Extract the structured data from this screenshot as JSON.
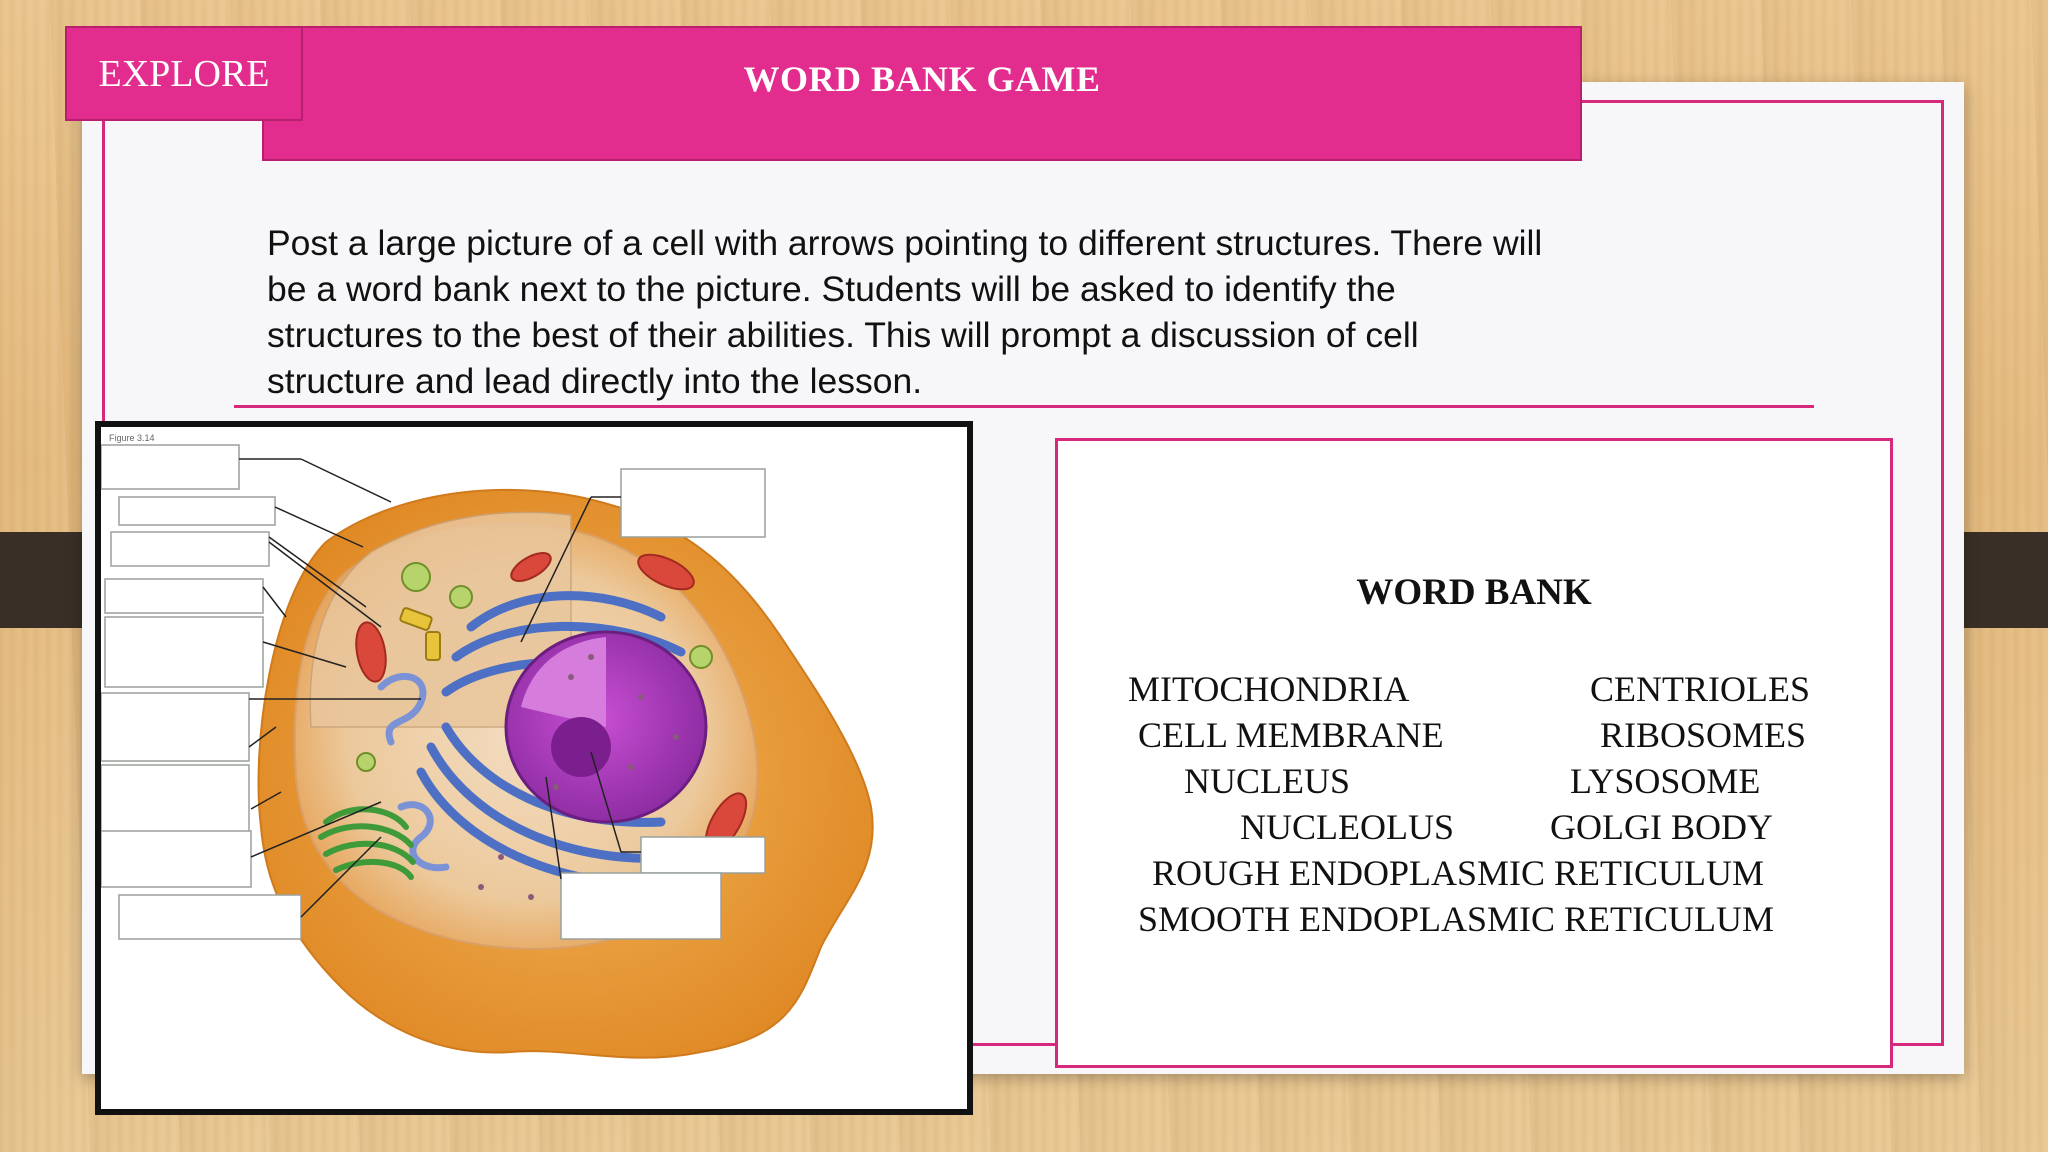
{
  "slide": {
    "tab_label": "EXPLORE",
    "title": "WORD BANK GAME",
    "description": "Post a large picture of a cell with arrows pointing to different structures.  There will be a word bank next to the picture.  Students will be asked to identify the structures to the best of their abilities.  This will prompt a discussion of cell structure and lead directly into the lesson.",
    "description_lines": [
      "Post a large picture of a cell with arrows pointing to different structures.  There will",
      "be a word bank next to the picture.  Students will be asked to identify the",
      "structures to the best of their abilities.  This will prompt a discussion of cell",
      "structure and lead directly into the lesson."
    ]
  },
  "figure": {
    "label": "Figure 3.14"
  },
  "word_bank": {
    "title": "WORD BANK",
    "items": [
      "MITOCHONDRIA",
      "CENTRIOLES",
      "CELL MEMBRANE",
      "RIBOSOMES",
      "NUCLEUS",
      "LYSOSOME",
      "NUCLEOLUS",
      "GOLGI BODY",
      "ROUGH ENDOPLASMIC RETICULUM",
      "SMOOTH ENDOPLASMIC RETICULUM"
    ]
  },
  "colors": {
    "accent": "#e22d8e",
    "frame": "#d6297e",
    "strap": "#3a2f27"
  }
}
